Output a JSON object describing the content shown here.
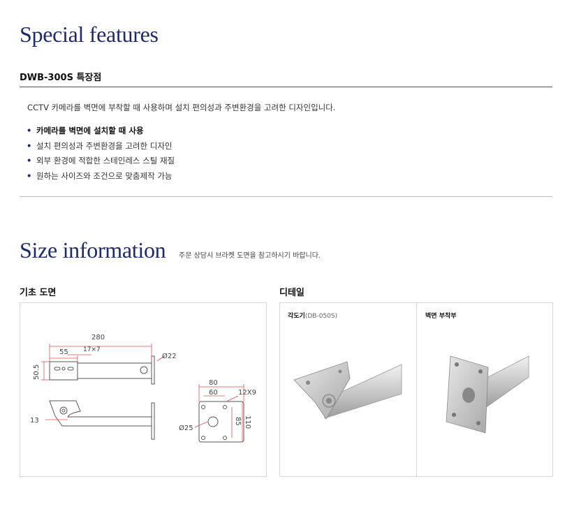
{
  "special": {
    "title": "Special features",
    "subtitle": "DWB-300S 특장점",
    "intro": "CCTV 카메라를 벽면에 부착할 때 사용하며 설치 편의성과 주변환경을 고려한 디자인입니다.",
    "bullets": [
      {
        "text": "카메라를 벽면에 설치할 때 사용",
        "bold": true
      },
      {
        "text": "설치 편의성과 주변환경을 고려한 디자인",
        "bold": false
      },
      {
        "text": "외부 환경에 적합한 스테인레스 스틸 재질",
        "bold": false
      },
      {
        "text": "원하는 사이즈와 조건으로 맞춤제작 가능",
        "bold": false
      }
    ],
    "bullet_marker": "•"
  },
  "size": {
    "title": "Size information",
    "note": "주문 상담시 브라켓 도면을 참고하시기 바랍니다."
  },
  "base_drawing": {
    "label": "기초 도면",
    "dims": {
      "total_length": "280",
      "hole_offset": "55",
      "slot": "17×7",
      "tube_dia": "Ø22",
      "height": "50.5",
      "side_height": "13",
      "plate_width": "80",
      "hole_spacing": "60",
      "plate_slot": "12X9",
      "plate_hole_spacing": "85",
      "plate_height": "110",
      "center_hole": "Ø25"
    }
  },
  "detail": {
    "label": "디테일",
    "left_caption": "각도기",
    "left_caption_model": "(DB-050S)",
    "right_caption": "벽면 부착부"
  },
  "colors": {
    "title_navy": "#1f2a6b",
    "dimension_red": "#d9534f"
  }
}
